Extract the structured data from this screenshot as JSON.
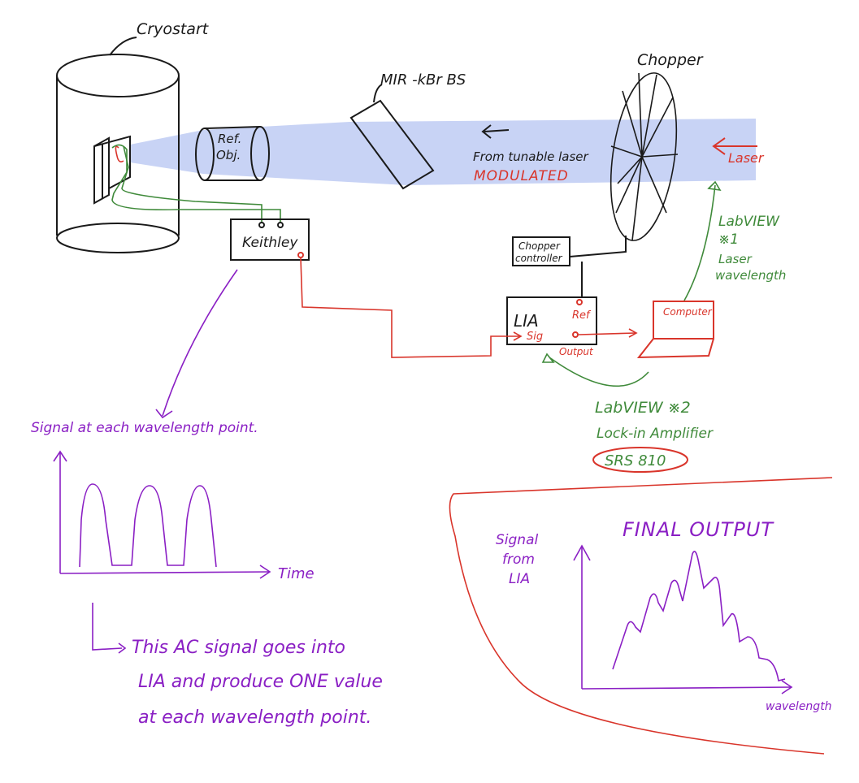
{
  "labels": {
    "cryostat": "Cryostart",
    "beamsplitter": "MIR -kBr BS",
    "chopper": "Chopper",
    "ref_obj_line1": "Ref.",
    "ref_obj_line2": "Obj.",
    "from_laser": "From tunable laser",
    "modulated": "MODULATED",
    "laser": "Laser",
    "keithley": "Keithley",
    "chopper_ctrl_line1": "Chopper",
    "chopper_ctrl_line2": "controller",
    "lia": "LIA",
    "lia_ref": "Ref",
    "lia_sig": "Sig",
    "lia_output": "Output",
    "computer": "Computer",
    "labview1_line1": "LabVIEW",
    "labview1_line2": "※1",
    "labview1_line3": "Laser",
    "labview1_line4": "wavelength",
    "labview2_line1": "LabVIEW ※2",
    "labview2_line2": "Lock-in Amplifier",
    "srs": "SRS 810",
    "signal_title": "Signal at each wavelength point.",
    "time_axis": "Time",
    "note_line1": "This AC signal goes into",
    "note_line2": "LIA and produce ONE value",
    "note_line3": "at each wavelength point.",
    "final_output": "FINAL OUTPUT",
    "final_y_line1": "Signal",
    "final_y_line2": "from",
    "final_y_line3": "LIA",
    "final_x": "wavelength"
  },
  "colors": {
    "beam": "#c8d3f5",
    "ink": "#1a1a1a",
    "red": "#d9352b",
    "green": "#3f8a3a",
    "purple": "#8a1fc4"
  }
}
